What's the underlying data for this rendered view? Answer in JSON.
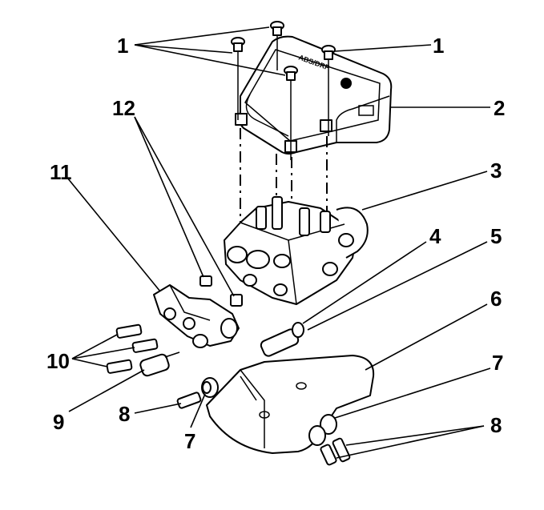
{
  "cover_text": "ABS/DRP",
  "callouts": [
    {
      "id": "1a",
      "label": "1"
    },
    {
      "id": "1b",
      "label": "1"
    },
    {
      "id": "2",
      "label": "2"
    },
    {
      "id": "3",
      "label": "3"
    },
    {
      "id": "4",
      "label": "4"
    },
    {
      "id": "5",
      "label": "5"
    },
    {
      "id": "6",
      "label": "6"
    },
    {
      "id": "7a",
      "label": "7"
    },
    {
      "id": "7b",
      "label": "7"
    },
    {
      "id": "8a",
      "label": "8"
    },
    {
      "id": "8b",
      "label": "8"
    },
    {
      "id": "9",
      "label": "9"
    },
    {
      "id": "10",
      "label": "10"
    },
    {
      "id": "11",
      "label": "11"
    },
    {
      "id": "12",
      "label": "12"
    }
  ]
}
